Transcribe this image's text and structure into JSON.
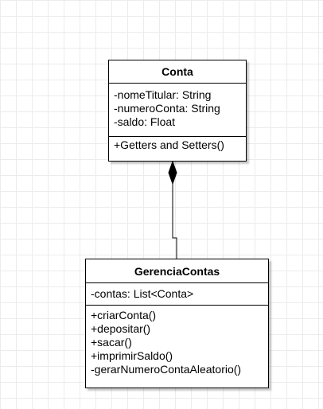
{
  "diagram": {
    "classes": [
      {
        "name": "Conta",
        "attributes": [
          "-nomeTitular: String",
          "-numeroConta: String",
          "-saldo: Float"
        ],
        "operations": [
          "+Getters and Setters()"
        ]
      },
      {
        "name": "GerenciaContas",
        "attributes": [
          "-contas: List<Conta>"
        ],
        "operations": [
          "+criarConta()",
          "+depositar()",
          "+sacar()",
          "+imprimirSaldo()",
          "-gerarNumeroContaAleatorio()"
        ]
      }
    ],
    "relationship": {
      "type": "composition",
      "whole": "Conta",
      "part": "GerenciaContas"
    }
  },
  "colors": {
    "background": "#ffffff",
    "grid": "#ececec",
    "line": "#000000"
  }
}
